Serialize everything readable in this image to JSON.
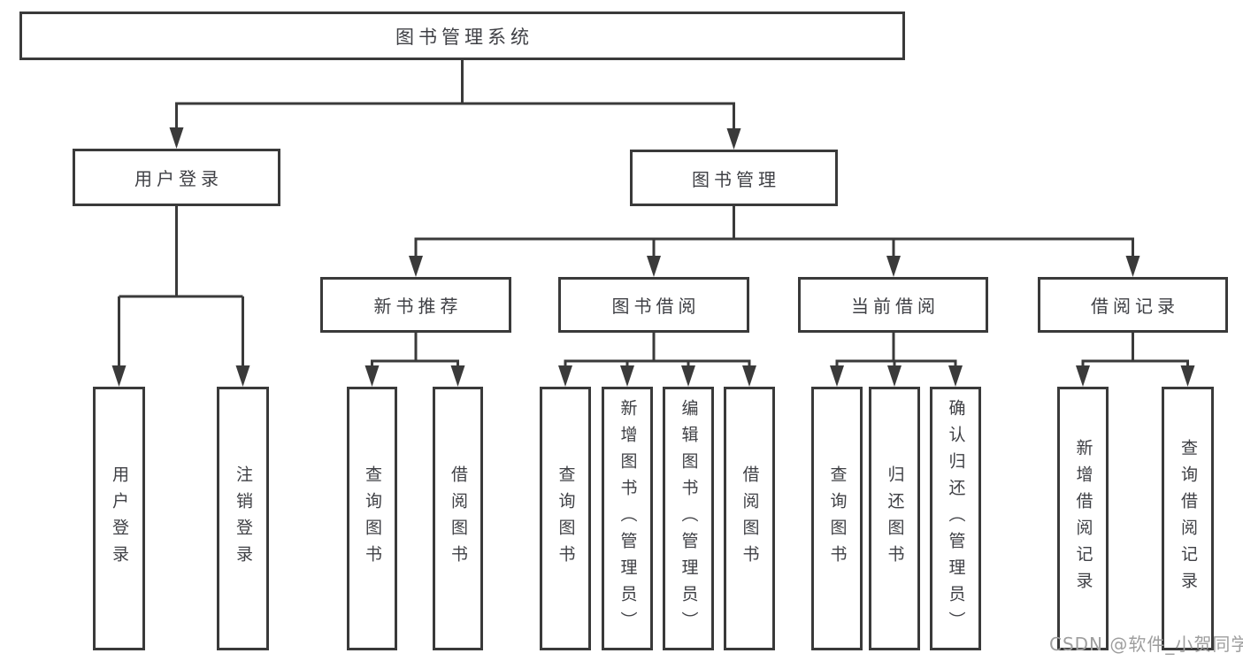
{
  "colors": {
    "line": "#3a3a3a",
    "border": "#3a3a3a",
    "text": "#3f4045",
    "watermark": "#9e9e9e",
    "background": "#ffffff"
  },
  "watermark": "CSDN @软件_小贺同学",
  "tree": {
    "label": "图书管理系统",
    "children": [
      {
        "label": "用户登录",
        "children": [
          {
            "label": "用户登录"
          },
          {
            "label": "注销登录"
          }
        ]
      },
      {
        "label": "图书管理",
        "children": [
          {
            "label": "新书推荐",
            "children": [
              {
                "label": "查询图书"
              },
              {
                "label": "借阅图书"
              }
            ]
          },
          {
            "label": "图书借阅",
            "children": [
              {
                "label": "查询图书"
              },
              {
                "label": "新增图书（管理员）"
              },
              {
                "label": "编辑图书（管理员）"
              },
              {
                "label": "借阅图书"
              }
            ]
          },
          {
            "label": "当前借阅",
            "children": [
              {
                "label": "查询图书"
              },
              {
                "label": "归还图书"
              },
              {
                "label": "确认归还（管理员）"
              }
            ]
          },
          {
            "label": "借阅记录",
            "children": [
              {
                "label": "新增借阅记录"
              },
              {
                "label": "查询借阅记录"
              }
            ]
          }
        ]
      }
    ]
  }
}
